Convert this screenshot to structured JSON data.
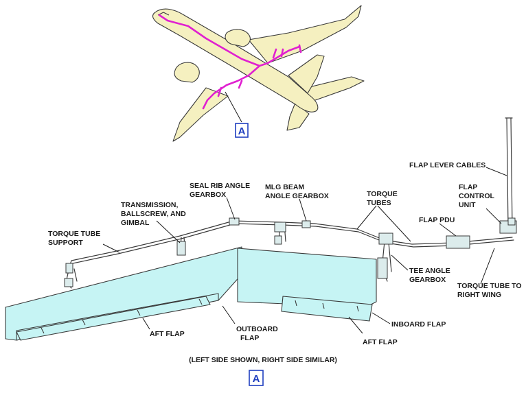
{
  "colors": {
    "airplane": "#f5f0c0",
    "outline": "#3a3a3a",
    "system_line": "#e020d0",
    "flap": "#c6f4f4",
    "view_ref": "#1f3fbf"
  },
  "view_ref_top": "A",
  "view_ref_bottom": "A",
  "labels": {
    "flap_lever_cables": "FLAP LEVER CABLES",
    "flap_control_unit": [
      "FLAP",
      "CONTROL",
      "UNIT"
    ],
    "flap_pdu": "FLAP PDU",
    "seal_rib": [
      "SEAL RIB ANGLE",
      "GEARBOX"
    ],
    "mlg_beam": [
      "MLG BEAM",
      "ANGLE GEARBOX"
    ],
    "torque_tubes": [
      "TORQUE",
      "TUBES"
    ],
    "transmission": [
      "TRANSMISSION,",
      "BALLSCREW, AND",
      "GIMBAL"
    ],
    "torque_tube_support": [
      "TORQUE TUBE",
      "SUPPORT"
    ],
    "tee_angle_gearbox": [
      "TEE ANGLE",
      "GEARBOX"
    ],
    "torque_tube_right_wing": [
      "TORQUE TUBE TO",
      "RIGHT WING"
    ],
    "inboard_flap": "INBOARD FLAP",
    "outboard_flap": [
      "OUTBOARD",
      "FLAP"
    ],
    "aft_flap_left": "AFT FLAP",
    "aft_flap_right": "AFT FLAP"
  },
  "caption": "(LEFT SIDE SHOWN, RIGHT SIDE SIMILAR)"
}
